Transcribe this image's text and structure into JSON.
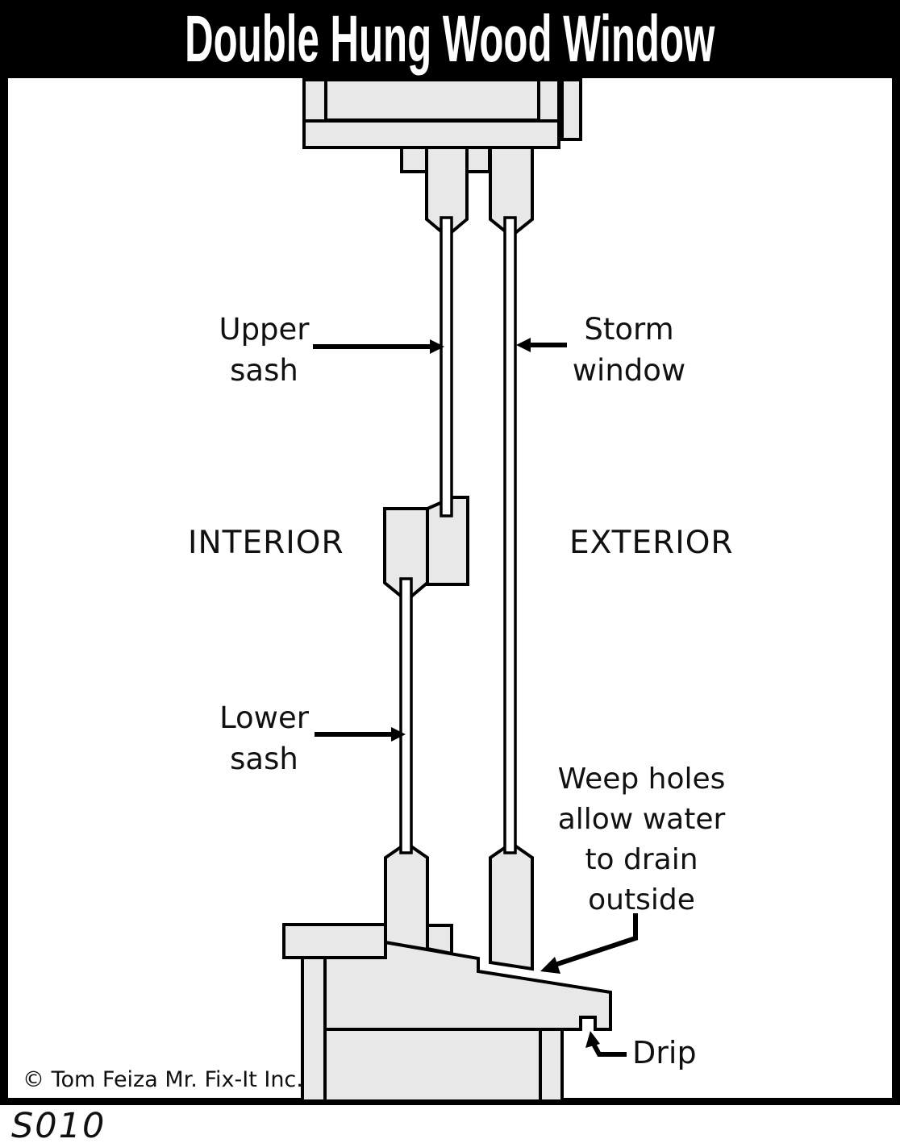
{
  "title": "Double Hung Wood Window",
  "labels": {
    "upper_sash": "Upper\nsash",
    "storm_window": "Storm\nwindow",
    "interior": "INTERIOR",
    "exterior": "EXTERIOR",
    "lower_sash": "Lower\nsash",
    "weep_holes": "Weep holes\nallow water\nto drain\noutside",
    "drip": "Drip"
  },
  "footer": {
    "copyright": "© Tom Feiza Mr. Fix-It Inc.",
    "diagram_code": "S010"
  },
  "colors": {
    "wood_fill": "#e8e8e8",
    "line": "#000000",
    "background": "#ffffff",
    "header_bg": "#000000",
    "header_text": "#ffffff"
  }
}
